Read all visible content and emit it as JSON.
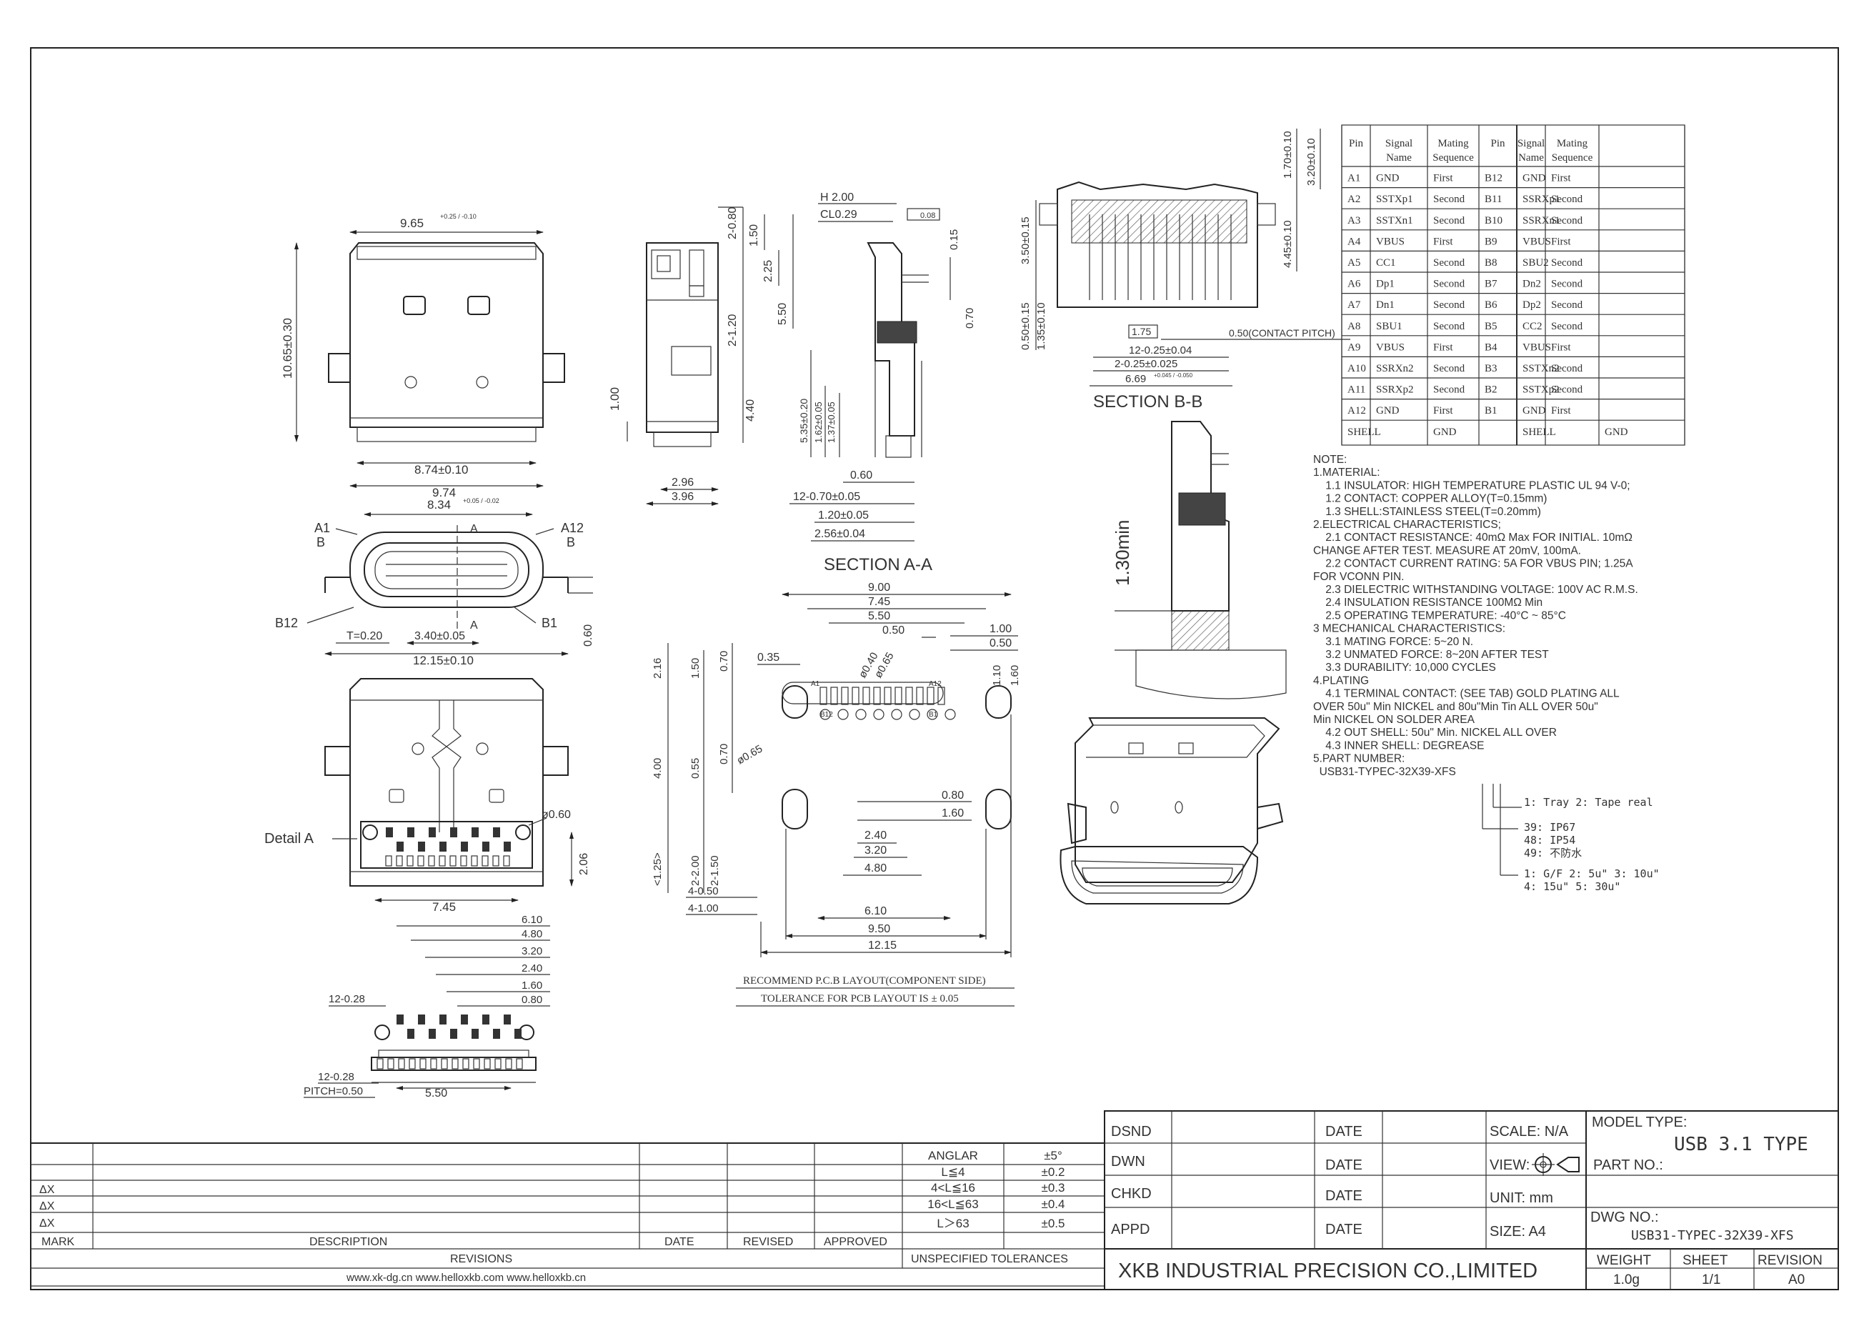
{
  "pin_table": {
    "headers": [
      "Pin",
      "Signal Name",
      "Mating Sequence",
      "Pin",
      "Signal Name",
      "Mating Sequence"
    ],
    "rows": [
      [
        "A1",
        "GND",
        "First",
        "B12",
        "GND",
        "First"
      ],
      [
        "A2",
        "SSTXp1",
        "Second",
        "B11",
        "SSRXp1",
        "Second"
      ],
      [
        "A3",
        "SSTXn1",
        "Second",
        "B10",
        "SSRXn1",
        "Second"
      ],
      [
        "A4",
        "VBUS",
        "First",
        "B9",
        "VBUS",
        "First"
      ],
      [
        "A5",
        "CC1",
        "Second",
        "B8",
        "SBU2",
        "Second"
      ],
      [
        "A6",
        "Dp1",
        "Second",
        "B7",
        "Dn2",
        "Second"
      ],
      [
        "A7",
        "Dn1",
        "Second",
        "B6",
        "Dp2",
        "Second"
      ],
      [
        "A8",
        "SBU1",
        "Second",
        "B5",
        "CC2",
        "Second"
      ],
      [
        "A9",
        "VBUS",
        "First",
        "B4",
        "VBUS",
        "First"
      ],
      [
        "A10",
        "SSRXn2",
        "Second",
        "B3",
        "SSTXn2",
        "Second"
      ],
      [
        "A11",
        "SSRXp2",
        "Second",
        "B2",
        "SSTXp2",
        "Second"
      ],
      [
        "A12",
        "GND",
        "First",
        "B1",
        "GND",
        "First"
      ]
    ],
    "shell_row": [
      "SHELL",
      "GND",
      "SHELL",
      "GND"
    ]
  },
  "notes": [
    "NOTE:",
    "1.MATERIAL:",
    "    1.1 INSULATOR: HIGH TEMPERATURE PLASTIC UL 94 V-0;",
    "    1.2 CONTACT: COPPER ALLOY(T=0.15mm)",
    "    1.3 SHELL:STAINLESS STEEL(T=0.20mm)",
    "2.ELECTRICAL CHARACTERISTICS;",
    "    2.1 CONTACT RESISTANCE: 40mΩ Max FOR INITIAL. 10mΩ",
    "CHANGE AFTER TEST. MEASURE AT 20mV, 100mA.",
    "    2.2 CONTACT CURRENT RATING: 5A FOR VBUS PIN; 1.25A",
    "FOR VCONN PIN.",
    "    2.3 DIELECTRIC WITHSTANDING VOLTAGE: 100V AC R.M.S.",
    "    2.4 INSULATION RESISTANCE 100MΩ Min",
    "    2.5 OPERATING TEMPERATURE: -40°C ~ 85°C",
    "3 MECHANICAL CHARACTERISTICS:",
    "    3.1 MATING FORCE: 5~20 N.",
    "    3.2 UNMATED FORCE: 8~20N AFTER TEST",
    "    3.3 DURABILITY: 10,000 CYCLES",
    "4.PLATING",
    "    4.1 TERMINAL CONTACT: (SEE TAB) GOLD PLATING ALL",
    "OVER 50u\" Min NICKEL and 80u\"Min Tin ALL OVER 50u\"",
    "Min NICKEL ON SOLDER AREA",
    "    4.2 OUT SHELL: 50u\" Min. NICKEL ALL OVER",
    "    4.3 INNER SHELL: DEGREASE",
    "5.PART NUMBER:",
    "  USB31-TYPEC-32X39-XFS"
  ],
  "part_number_legend": {
    "packing": "1: Tray    2: Tape real",
    "ip_1": "39: IP67",
    "ip_2": "48: IP54",
    "ip_3": "49: 不防水",
    "plating_1": "1: G/F     2: 5u\"     3: 10u\"",
    "plating_2": "4: 15u\"    5: 30u\""
  },
  "views": {
    "section_aa": "SECTION A-A",
    "section_bb": "SECTION B-B",
    "detail_a": "Detail A",
    "pcb_title": "RECOMMEND P.C.B LAYOUT(COMPONENT SIDE)",
    "pcb_tolerance": "TOLERANCE FOR PCB LAYOUT IS ± 0.05"
  },
  "dims": {
    "top_width": "9.65",
    "top_width_tol": "+0.25 / -0.10",
    "height": "10.65±0.30",
    "w874": "8.74±0.10",
    "w974": "9.74",
    "h100": "1.00",
    "w834": "8.34",
    "w834_tol": "+0.05 / -0.02",
    "a1": "A1",
    "b_left": "B",
    "a12": "A12",
    "b_right": "B",
    "b12": "B12",
    "b1": "B1",
    "cut_a1": "A",
    "cut_a2": "A",
    "t020": "T=0.20",
    "w340": "3.40±0.05",
    "w1215": "12.15±0.10",
    "h060": "0.60",
    "phi060": "ø0.60",
    "h206": "2.06",
    "w745": "7.45",
    "side_280": "2-0.80",
    "side_150": "1.50",
    "side_225": "2.25",
    "side_550": "5.50",
    "side_120": "2-1.20",
    "side_440": "4.40",
    "side_296": "2.96",
    "side_396": "3.96",
    "sa_h": "H 2.00",
    "sa_cl": "CL0.29",
    "sa_flat": "0.08",
    "sa_015": "0.15",
    "sa_070": "0.70",
    "sa_535": "5.35±0.20",
    "sa_162": "1.62±0.05",
    "sa_137": "1.37±0.05",
    "sa_060": "0.60",
    "sa_12070": "12-0.70±0.05",
    "sa_120": "1.20±0.05",
    "sa_256": "2.56±0.04",
    "sb_170": "1.70±0.10",
    "sb_320": "3.20±0.10",
    "sb_350": "3.50±0.15",
    "sb_445": "4.45±0.10",
    "sb_050": "0.50±0.15",
    "sb_135": "1.35±0.10",
    "sb_175": "1.75",
    "sb_pitch": "0.50(CONTACT PITCH)",
    "sb_12025": "12-0.25±0.04",
    "sb_2025": "2-0.25±0.025",
    "sb_669": "6.69",
    "sb_669_tol": "+0.045 / -0.050",
    "min130": "1.30min",
    "p900": "9.00",
    "p745": "7.45",
    "p550": "5.50",
    "p050": "0.50",
    "p100": "1.00",
    "p050b": "0.50",
    "p110": "1.10",
    "p160": "1.60",
    "p035": "0.35",
    "p040": "ø0.40",
    "p065": "ø0.65",
    "p065b": "ø0.65",
    "p216": "2.16",
    "p150": "1.50",
    "p070": "0.70",
    "p400": "4.00",
    "p055": "0.55",
    "p070b": "0.70",
    "p125": "<1.25>",
    "p2200": "2-2.00",
    "p2150": "2-1.50",
    "p4050": "4-0.50",
    "p4100": "4-1.00",
    "p080": "0.80",
    "p160b": "1.60",
    "p240": "2.40",
    "p320": "3.20",
    "p480": "4.80",
    "p610": "6.10",
    "p950": "9.50",
    "p1215": "12.15",
    "d610": "6.10",
    "d480": "4.80",
    "d320": "3.20",
    "d240": "2.40",
    "d160": "1.60",
    "d080": "0.80",
    "d1228": "12-0.28",
    "d1228b": "12-0.28",
    "dpitch": "PITCH=0.50",
    "d550": "5.50",
    "pcb_a1": "A1",
    "pcb_a12": "A12",
    "pcb_b12": "B12",
    "pcb_b1": "B1"
  },
  "title_block": {
    "dsnd": "DSND",
    "dwn": "DWN",
    "chkd": "CHKD",
    "appd": "APPD",
    "date1": "DATE",
    "date2": "DATE",
    "date3": "DATE",
    "date4": "DATE",
    "scale": "SCALE: N/A",
    "view": "VIEW:",
    "unit": "UNIT: mm",
    "size": "SIZE: A4",
    "model_type_label": "MODEL TYPE:",
    "model_type": "USB 3.1 TYPE",
    "part_no_label": "PART NO.:",
    "dwg_no_label": "DWG NO.:",
    "dwg_no": "USB31-TYPEC-32X39-XFS",
    "company": "XKB INDUSTRIAL PRECISION CO.,LIMITED",
    "weight_label": "WEIGHT",
    "sheet_label": "SHEET",
    "revision_label": "REVISION",
    "weight": "1.0g",
    "sheet": "1/1",
    "revision": "A0"
  },
  "tolerances": {
    "rows": [
      [
        "ANGLAR",
        "±5°"
      ],
      [
        "L≦4",
        "±0.2"
      ],
      [
        "4<L≦16",
        "±0.3"
      ],
      [
        "16<L≦63",
        "±0.4"
      ],
      [
        "L＞63",
        "±0.5"
      ]
    ],
    "caption": "UNSPECIFIED TOLERANCES"
  },
  "revisions": {
    "marks": [
      "ΔX",
      "ΔX",
      "ΔX"
    ],
    "headers": [
      "MARK",
      "DESCRIPTION",
      "DATE",
      "REVISED",
      "APPROVED"
    ],
    "caption": "REVISIONS",
    "websites": "www.xk-dg.cn     www.helloxkb.com     www.helloxkb.cn"
  }
}
